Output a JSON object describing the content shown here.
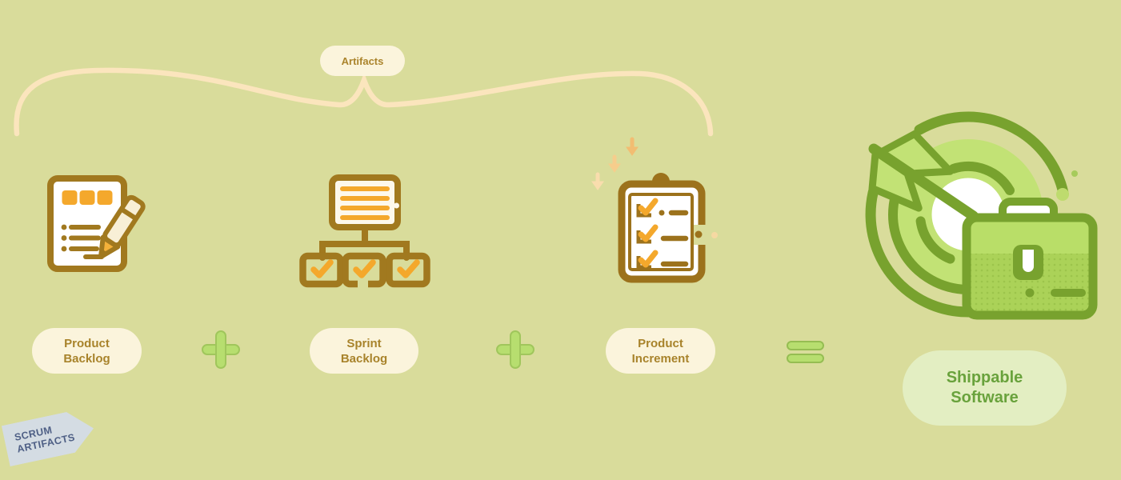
{
  "badge": {
    "label": "Artifacts"
  },
  "items": [
    {
      "name": "Product Backlog",
      "line1": "Product",
      "line2": "Backlog"
    },
    {
      "name": "Sprint Backlog",
      "line1": "Sprint",
      "line2": "Backlog"
    },
    {
      "name": "Product Increment",
      "line1": "Product",
      "line2": "Increment"
    }
  ],
  "operators": {
    "plus": "+",
    "equals": "="
  },
  "result": {
    "line1": "Shippable",
    "line2": "Software"
  },
  "corner_tag": {
    "line1": "SCRUM",
    "line2": "ARTIFACTS"
  },
  "colors": {
    "background": "#d9dc9b",
    "pill_background": "#fbf4dc",
    "pill_text": "#a8832b",
    "brace": "#fbe5bd",
    "icon_brown": "#a1791f",
    "clipboard_brown": "#9c721c",
    "icon_orange": "#f4a82c",
    "operator_green": "#b7de6f",
    "target_dark_green": "#78a22e",
    "target_light_green": "#c2e275",
    "briefcase_green": "#b9de68",
    "result_pill_background": "#e3eec2",
    "result_text": "#69a23c",
    "tag_background": "#d4dce3",
    "tag_text": "#4e5f85"
  }
}
